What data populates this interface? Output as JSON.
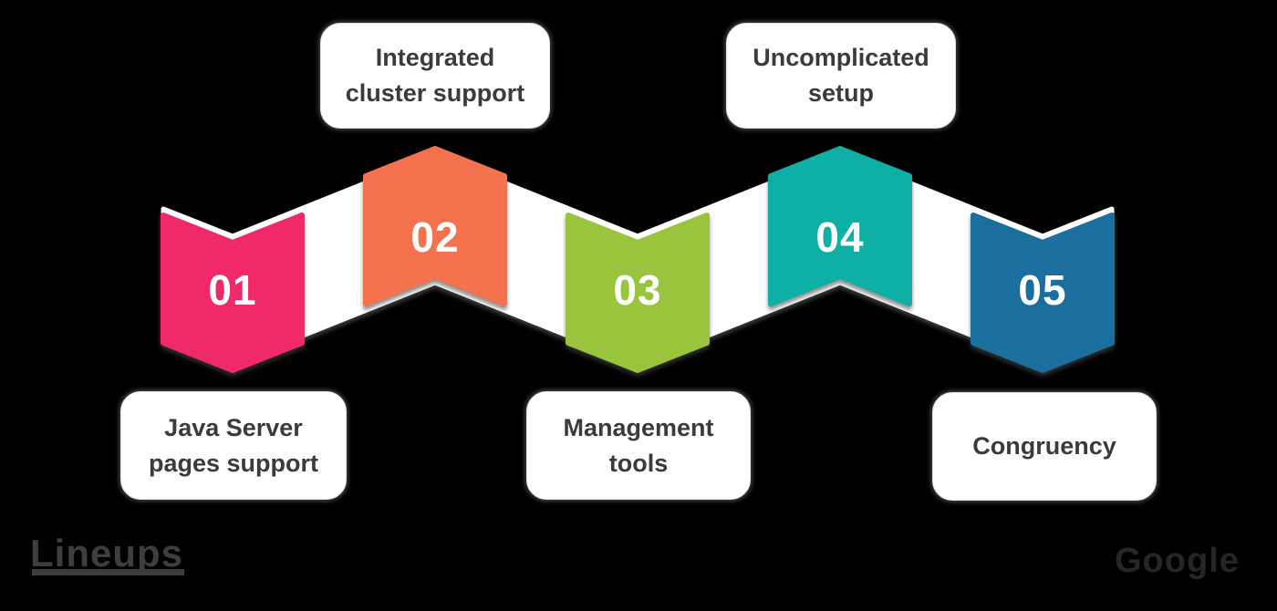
{
  "background_color": "#000000",
  "ribbon": {
    "band_color": "#ffffff",
    "number_color": "#ffffff",
    "stations": [
      {
        "number": "01",
        "color": "#f02a69",
        "direction": "down"
      },
      {
        "number": "02",
        "color": "#f4734e",
        "direction": "up"
      },
      {
        "number": "03",
        "color": "#98c43e",
        "direction": "down"
      },
      {
        "number": "04",
        "color": "#0eafa4",
        "direction": "up"
      },
      {
        "number": "05",
        "color": "#1b6f9e",
        "direction": "down"
      }
    ]
  },
  "cards": [
    {
      "line1": "Java Server",
      "line2": "pages support"
    },
    {
      "line1": "Integrated",
      "line2": "cluster support"
    },
    {
      "line1": "Management",
      "line2": "tools"
    },
    {
      "line1": "Uncomplicated",
      "line2": "setup"
    },
    {
      "line1": "Congruency",
      "line2": ""
    }
  ],
  "footer": {
    "left_wordmark": "Lineups",
    "left_color": "#3e3e3e",
    "right_wordmark": "Google",
    "right_color": "#262626"
  }
}
